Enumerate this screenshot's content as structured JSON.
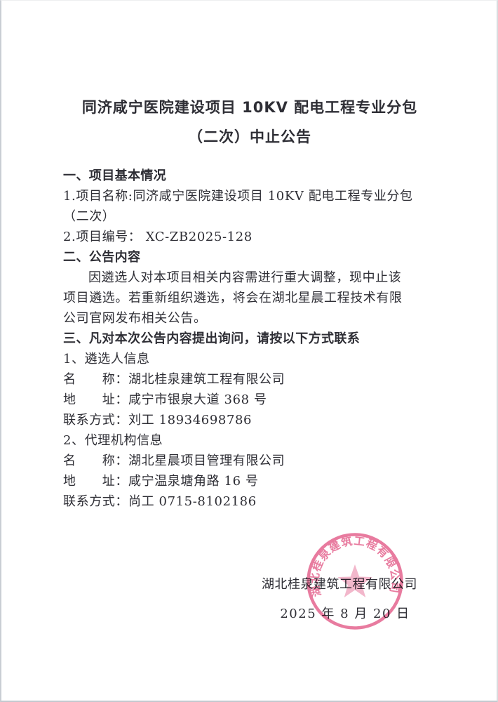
{
  "colors": {
    "ink": "#2e2e35",
    "seal_pink": "#e4648e",
    "page_bg": "#ffffff"
  },
  "document": {
    "title_line1": "同济咸宁医院建设项目 10KV 配电工程专业分包",
    "title_line2": "（二次）中止公告",
    "section1": {
      "heading": "一、项目基本情况",
      "item1_line1": "1.项目名称:同济咸宁医院建设项目 10KV 配电工程专业分包",
      "item1_line2": "（二次）",
      "item2": "2.项目编号： XC-ZB2025-128"
    },
    "section2": {
      "heading": "二、公告内容",
      "para_line1": "因遴选人对本项目相关内容需进行重大调整，现中止该",
      "para_line2": "项目遴选。若重新组织遴选，将会在湖北星晨工程技术有限",
      "para_line3": "公司官网发布相关公告。"
    },
    "section3": {
      "heading": "三、凡对本次公告内容提出询问，请按以下方式联系",
      "selector": {
        "heading": "1、遴选人信息",
        "name": "名　　称：湖北桂泉建筑工程有限公司",
        "address": "地　　址：咸宁市银泉大道 368 号",
        "contact": "联系方式：刘工 18934698786"
      },
      "agency": {
        "heading": "2、代理机构信息",
        "name": "名　　称：湖北星晨项目管理有限公司",
        "address": "地　　址：咸宁温泉塘角路 16 号",
        "contact": "联系方式：尚工 0715-8102186"
      }
    },
    "signature": {
      "company": "湖北桂泉建筑工程有限公司",
      "date": "2025 年 8 月 20 日"
    },
    "seal": {
      "arc_text": "湖北桂泉建筑工程有限公司"
    }
  }
}
